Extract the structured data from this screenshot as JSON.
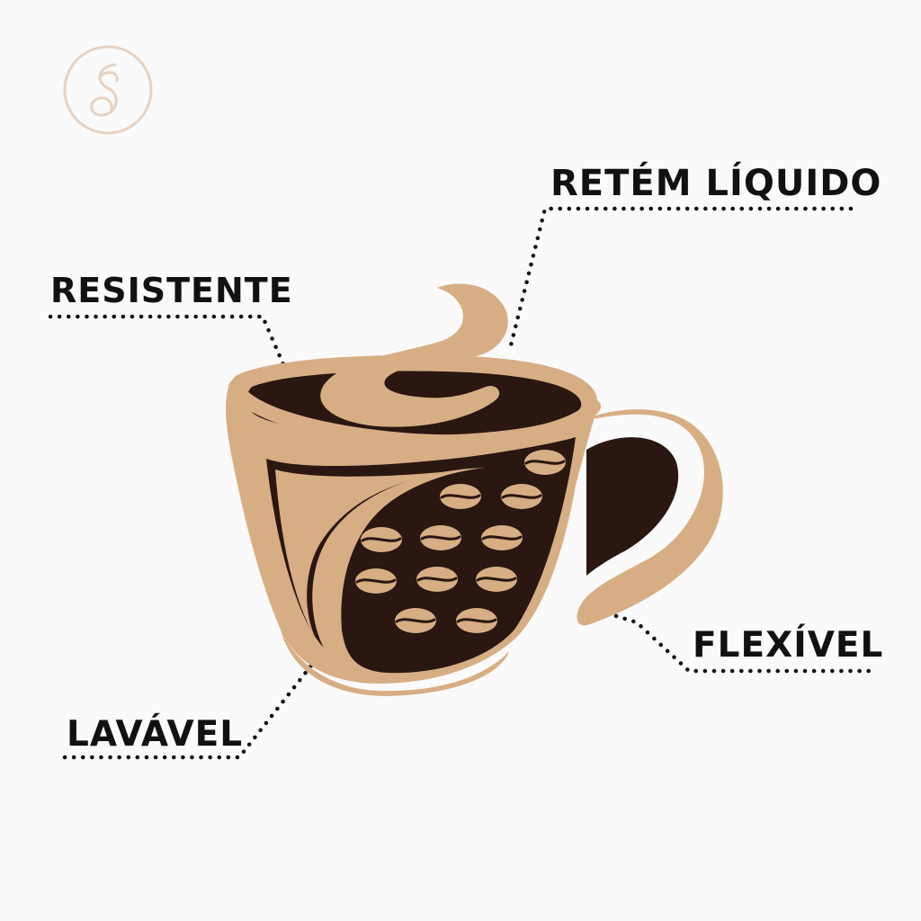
{
  "brand": {
    "logo_icon": "monogram-logo-icon"
  },
  "colors": {
    "cup_tan": "#d7ae84",
    "coffee_dark": "#2a1712",
    "label_text": "#111111",
    "dots": "#111111",
    "logo_ring": "#e6d2c2"
  },
  "labels": {
    "resistente": "RESISTENTE",
    "retem_liquido": "RETÉM LÍQUIDO",
    "flexivel": "FLEXÍVEL",
    "lavavel": "LAVÁVEL"
  },
  "product": {
    "icon": "coffee-cup-coaster-icon",
    "bean_icon": "coffee-bean-icon"
  }
}
